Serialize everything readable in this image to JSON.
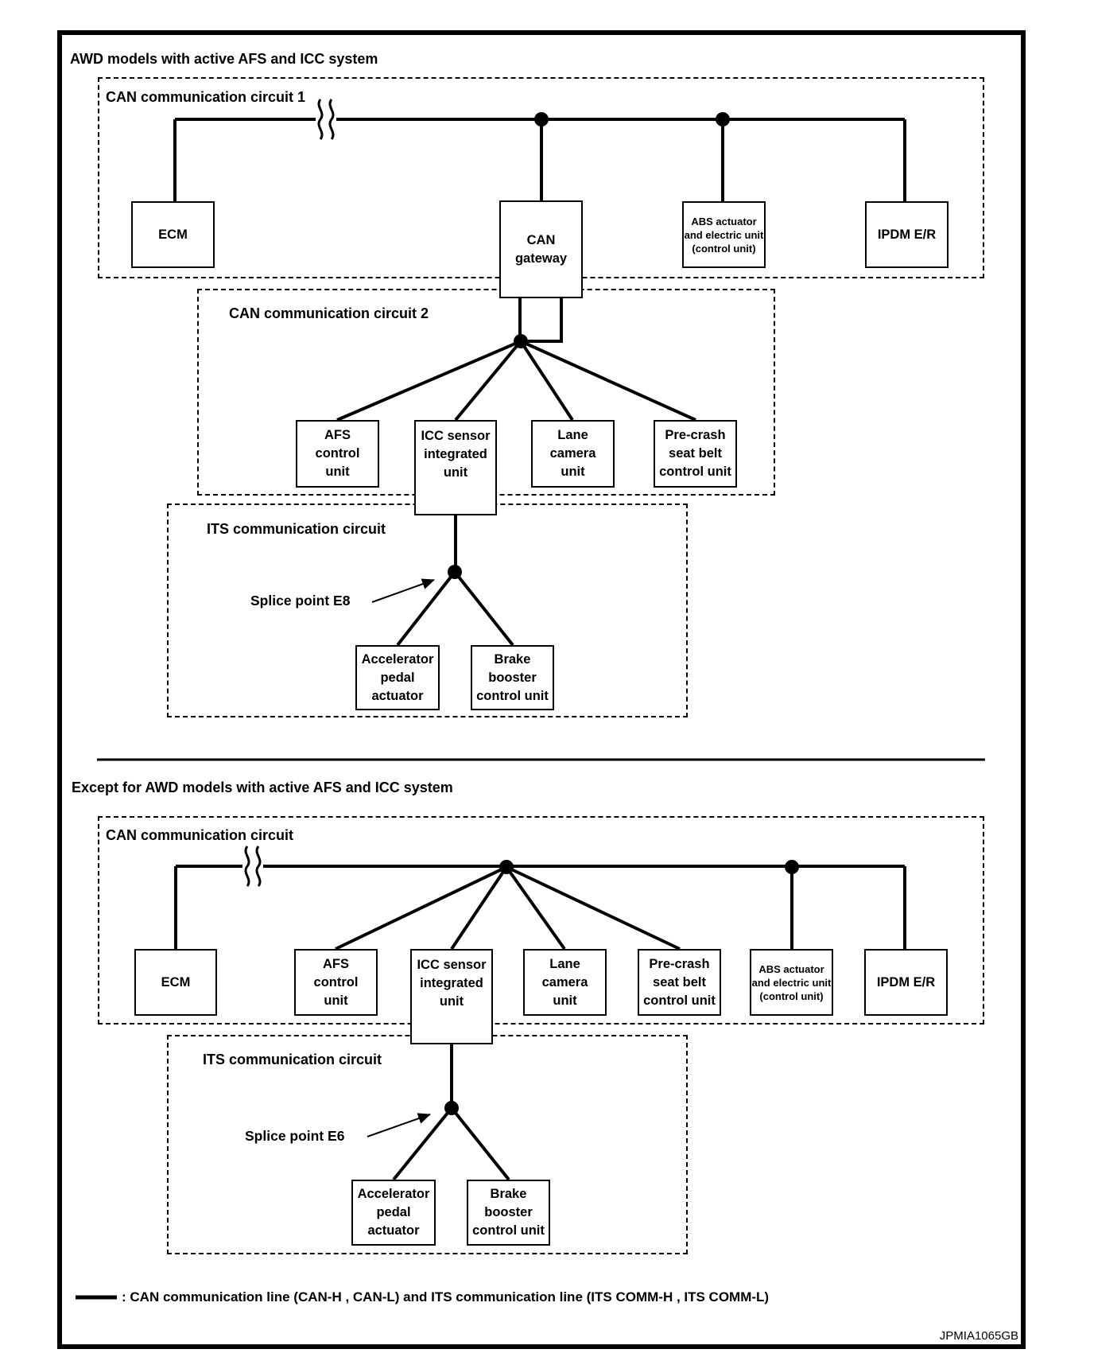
{
  "figure_code": "JPMIA1065GB",
  "legend": ": CAN communication line (CAN-H , CAN-L) and ITS communication line (ITS COMM-H , ITS COMM-L)",
  "colors": {
    "ink": "#000000",
    "paper": "#ffffff"
  },
  "section1": {
    "title": "AWD models with active AFS and ICC system",
    "can1_label": "CAN communication circuit 1",
    "can2_label": "CAN communication circuit 2",
    "its_label": "ITS communication circuit",
    "splice_label": "Splice point E8",
    "nodes": {
      "ecm": "ECM",
      "gateway": "CAN\ngateway",
      "abs": "ABS actuator\nand electric unit\n(control unit)",
      "ipdm": "IPDM E/R",
      "afs": "AFS\ncontrol\nunit",
      "icc": "ICC sensor\nintegrated\nunit",
      "lane": "Lane\ncamera\nunit",
      "precrash": "Pre-crash\nseat belt\ncontrol unit",
      "accel": "Accelerator\npedal\nactuator",
      "brake": "Brake\nbooster\ncontrol unit"
    }
  },
  "section2": {
    "title": "Except for AWD models with active AFS and ICC system",
    "can_label": "CAN communication circuit",
    "its_label": "ITS communication circuit",
    "splice_label": "Splice point E6",
    "nodes": {
      "ecm": "ECM",
      "afs": "AFS\ncontrol\nunit",
      "icc": "ICC sensor\nintegrated\nunit",
      "lane": "Lane\ncamera\nunit",
      "precrash": "Pre-crash\nseat belt\ncontrol unit",
      "abs": "ABS actuator\nand electric unit\n(control unit)",
      "ipdm": "IPDM E/R",
      "accel": "Accelerator\npedal\nactuator",
      "brake": "Brake\nbooster\ncontrol unit"
    }
  }
}
